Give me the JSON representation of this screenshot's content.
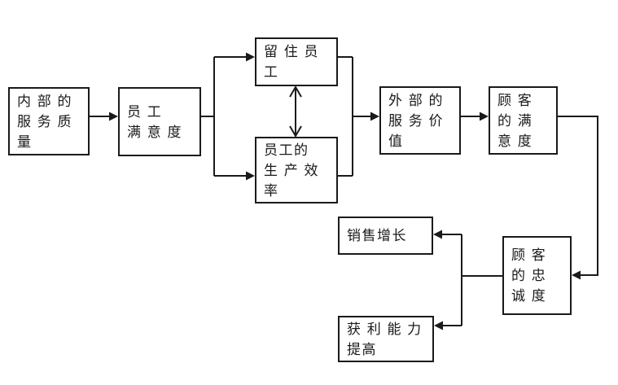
{
  "diagram": {
    "line_color": "#1a1a1a",
    "box_background": "#ffffff",
    "nodes": {
      "internal_service_quality": {
        "label": "内 部 的\n服 务 质\n量"
      },
      "employee_satisfaction": {
        "label": "员 工\n满 意 度"
      },
      "employee_retention": {
        "label": "留 住 员\n工"
      },
      "employee_productivity": {
        "label": "员工的\n生 产 效\n率"
      },
      "external_service_value": {
        "label": "外 部 的\n服 务 价\n值"
      },
      "customer_satisfaction": {
        "label": "顾  客\n的  满\n意 度"
      },
      "customer_loyalty": {
        "label": "顾  客\n的  忠\n诚 度"
      },
      "sales_growth": {
        "label": "销售增长"
      },
      "profitability_improvement": {
        "label": "获 利 能 力\n提高"
      }
    }
  }
}
